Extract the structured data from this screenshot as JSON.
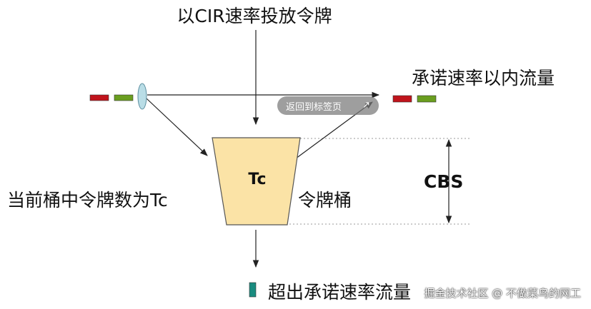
{
  "labels": {
    "top": "以CIR速率投放令牌",
    "committed": "承诺速率以内流量",
    "bucket_inner": "Tc",
    "bucket_name": "令牌桶",
    "left": "当前桶中令牌数为Tc",
    "cbs": "CBS",
    "exceed": "超出承诺速率流量"
  },
  "overlay": {
    "back_label": "返回到标签页",
    "ext_icon": "↗"
  },
  "watermark": "掘金技术社区 @ 不做菜鸟的网工",
  "colors": {
    "bucket_fill": "#fbe3a6",
    "red_packet": "#c0141c",
    "green_packet": "#6a9e1f",
    "teal_packet": "#1a8c80",
    "lens": "#b9dde6"
  }
}
